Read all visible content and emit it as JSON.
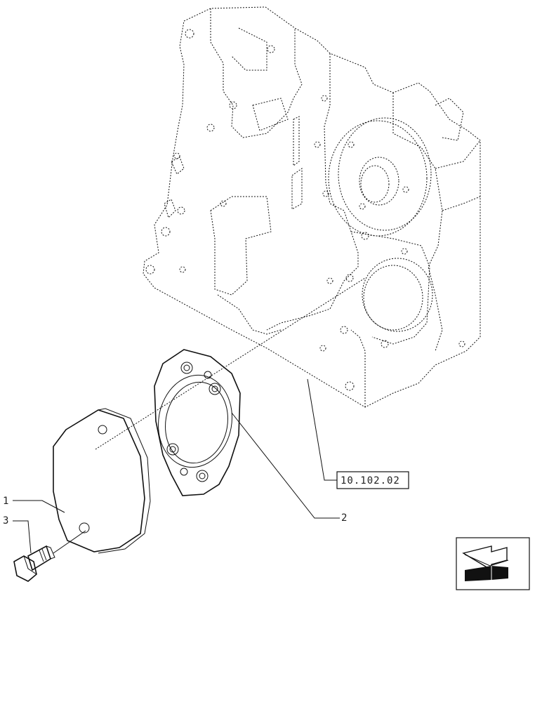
{
  "callouts": [
    {
      "id": "1",
      "text": "1"
    },
    {
      "id": "2",
      "text": "2"
    },
    {
      "id": "3",
      "text": "3"
    }
  ],
  "reference_box": {
    "text": "10.102.02"
  },
  "nav_icon": {
    "name": "previous-page-arrow-icon"
  }
}
